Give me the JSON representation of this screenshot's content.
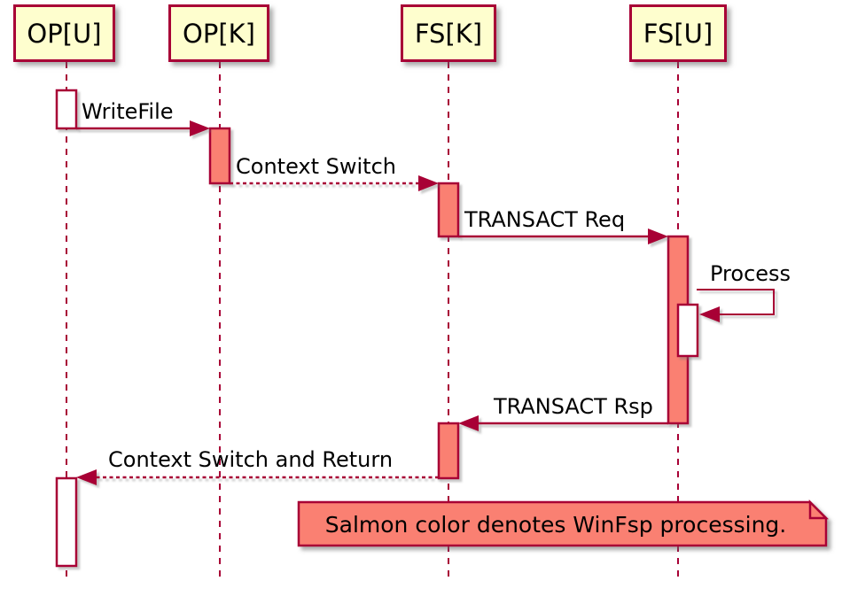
{
  "diagram": {
    "type": "sequence",
    "participants": [
      {
        "label": "OP[U]"
      },
      {
        "label": "OP[K]"
      },
      {
        "label": "FS[K]"
      },
      {
        "label": "FS[U]"
      }
    ],
    "messages": [
      {
        "label": "WriteFile",
        "from": "OP[U]",
        "to": "OP[K]",
        "style": "solid"
      },
      {
        "label": "Context Switch",
        "from": "OP[K]",
        "to": "FS[K]",
        "style": "dashed"
      },
      {
        "label": "TRANSACT Req",
        "from": "FS[K]",
        "to": "FS[U]",
        "style": "solid"
      },
      {
        "label": "Process",
        "from": "FS[U]",
        "to": "FS[U]",
        "style": "solid-self"
      },
      {
        "label": "TRANSACT Rsp",
        "from": "FS[U]",
        "to": "FS[K]",
        "style": "solid"
      },
      {
        "label": "Context Switch and Return",
        "from": "FS[K]",
        "to": "OP[U]",
        "style": "dashed"
      }
    ],
    "note": {
      "text": "Salmon color denotes WinFsp processing."
    },
    "colors": {
      "line": "#A80036",
      "participant_fill": "#FEFECE",
      "salmon": "#FA8072",
      "activation_plain": "#FFFFFF",
      "text": "#000000",
      "background": "#FFFFFF"
    }
  }
}
